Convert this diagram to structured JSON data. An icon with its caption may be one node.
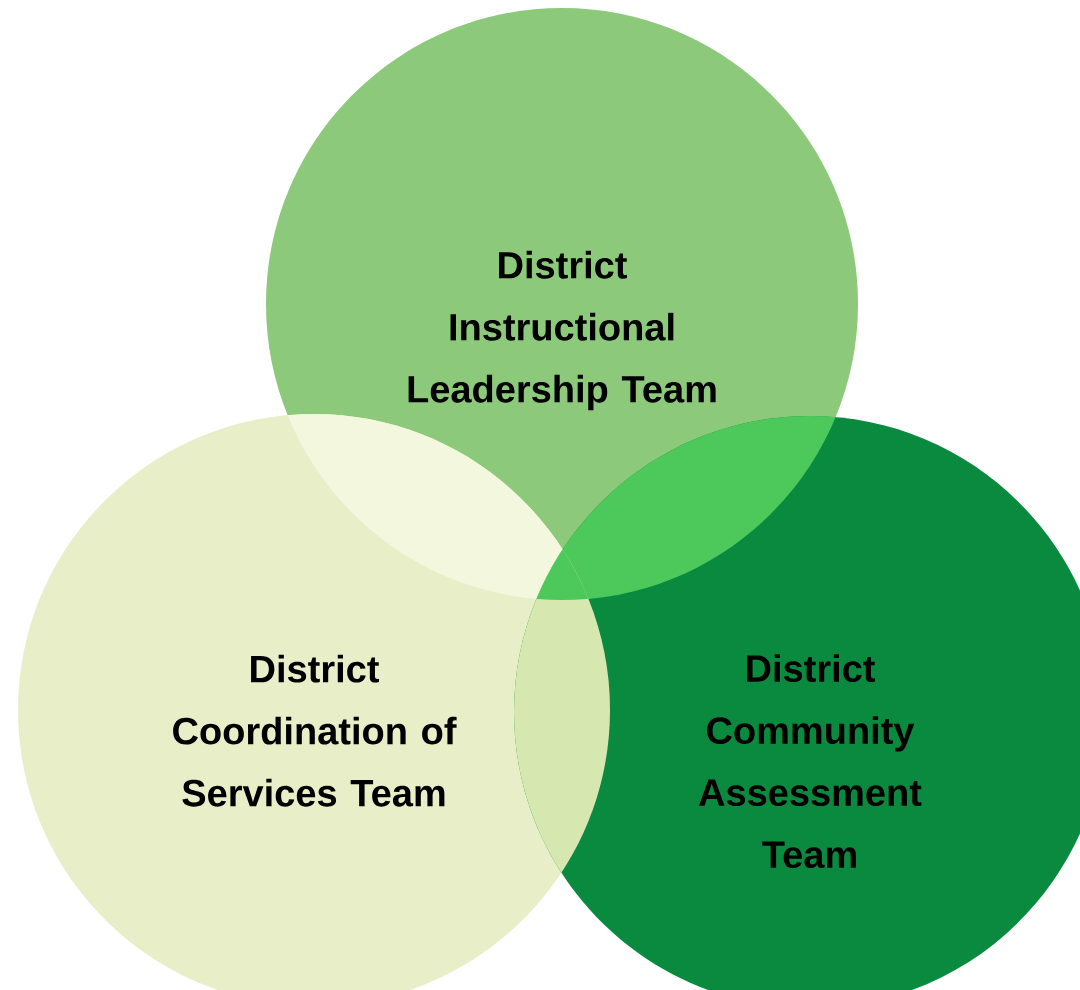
{
  "diagram": {
    "nodes": [
      {
        "text": [
          "District Instructional Leadership Team"
        ]
      },
      {
        "text": [
          "District Coordination of Services Team"
        ]
      },
      {
        "text": [
          "District Community Assessment Team"
        ]
      }
    ]
  }
}
